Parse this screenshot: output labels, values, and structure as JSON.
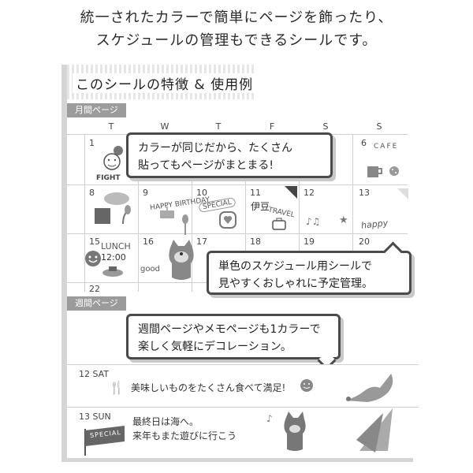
{
  "intro": {
    "line1": "統一されたカラーで簡単にページを飾ったり、",
    "line2": "スケジュールの管理もできるシールです。"
  },
  "section_title": "このシールの特徴 & 使用例",
  "monthly_tab": "月間ページ",
  "weekly_tab": "週間ページ",
  "weekdays": [
    "T",
    "W",
    "T",
    "F",
    "S",
    "S"
  ],
  "dates": {
    "d1": "1",
    "d6": "6",
    "d8": "8",
    "d9": "9",
    "d10": "10",
    "d11": "11",
    "d12": "12",
    "d13": "13",
    "d15": "15",
    "d16": "16",
    "d17": "17",
    "d18": "18",
    "d19": "19",
    "d20": "20",
    "d22": "22"
  },
  "stickers": {
    "fight": "FIGHT",
    "cafe": "CAFE",
    "happy_birthday": "HAPPY BIRTHDAY",
    "special": "SPECIAL",
    "izu": "伊豆",
    "travel": "TRAVEL",
    "happy": "happy",
    "lunch": "LUNCH",
    "lunch_time": "12:00",
    "good": "good"
  },
  "bubble1": {
    "line1": "カラーが同じだから、たくさん",
    "line2": "貼ってもページがまとまる!"
  },
  "bubble2": {
    "line1": "単色のスケジュール用シールで",
    "line2": "見やすくおしゃれに予定管理。"
  },
  "bubble3": {
    "line1": "週間ページやメモページも1カラーで",
    "line2": "楽しく気軽にデコレーション。"
  },
  "week": {
    "sat_label": "12 SAT",
    "sat_text": "美味しいものをたくさん食べて満足!",
    "sun_label": "13 SUN",
    "sun_line1": "最終日は海へ。",
    "sun_line2": "来年もまた遊びに行こう",
    "special_flag": "SPECIAL"
  }
}
